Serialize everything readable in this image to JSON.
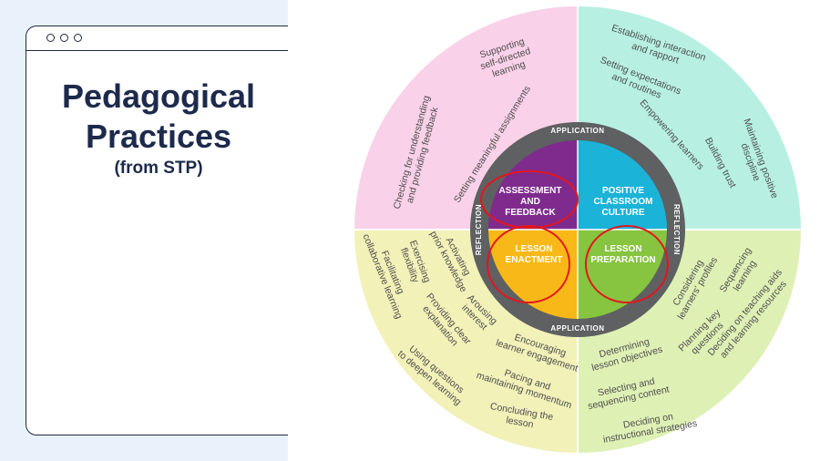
{
  "slide": {
    "title_line1": "Pedagogical",
    "title_line2": "Practices",
    "subtitle": "(from STP)"
  },
  "diagram": {
    "ring_labels": {
      "top": "APPLICATION",
      "bottom": "APPLICATION",
      "left": "REFLECTION",
      "right": "REFLECTION"
    },
    "quadrants": {
      "assessment": {
        "color": "#7f2b8e",
        "outer_color": "#f9d1e8",
        "core": [
          "ASSESSMENT",
          "AND",
          "FEEDBACK"
        ],
        "items": [
          [
            "Supporting",
            "self-directed",
            "learning"
          ],
          [
            "Setting meaningful assignments"
          ],
          [
            "Checking for understanding",
            "and providing feedback"
          ]
        ]
      },
      "culture": {
        "color": "#1bb3d8",
        "outer_color": "#b7f0e3",
        "core": [
          "POSITIVE",
          "CLASSROOM",
          "CULTURE"
        ],
        "items": [
          [
            "Establishing interaction",
            "and rapport"
          ],
          [
            "Setting expectations",
            "and routines"
          ],
          [
            "Empowering learners"
          ],
          [
            "Building trust"
          ],
          [
            "Maintaining positive",
            "discipline"
          ]
        ]
      },
      "enactment": {
        "color": "#f8b818",
        "outer_color": "#f2f1b8",
        "core": [
          "LESSON",
          "ENACTMENT"
        ],
        "items": [
          [
            "Facilitating",
            "collaborative learning"
          ],
          [
            "Exercising",
            "flexibility"
          ],
          [
            "Activating",
            "prior knowledge"
          ],
          [
            "Arousing",
            "interest"
          ],
          [
            "Providing clear",
            "explanation"
          ],
          [
            "Encouraging",
            "learner engagement"
          ],
          [
            "Using questions",
            "to deepen learning"
          ],
          [
            "Pacing and",
            "maintaining momentum"
          ],
          [
            "Concluding the",
            "lesson"
          ]
        ]
      },
      "preparation": {
        "color": "#87c43f",
        "outer_color": "#dff0b5",
        "core": [
          "LESSON",
          "PREPARATION"
        ],
        "items": [
          [
            "Sequencing",
            "learning"
          ],
          [
            "Considering",
            "learners' profiles"
          ],
          [
            "Deciding on teaching aids",
            "and learning resources"
          ],
          [
            "Planning key",
            "questions"
          ],
          [
            "Determining",
            "lesson objectives"
          ],
          [
            "Selecting and",
            "sequencing content"
          ],
          [
            "Deciding on",
            "instructional strategies"
          ]
        ]
      }
    },
    "ring_color": "#5f6062",
    "highlight_color": "#e3161d"
  }
}
